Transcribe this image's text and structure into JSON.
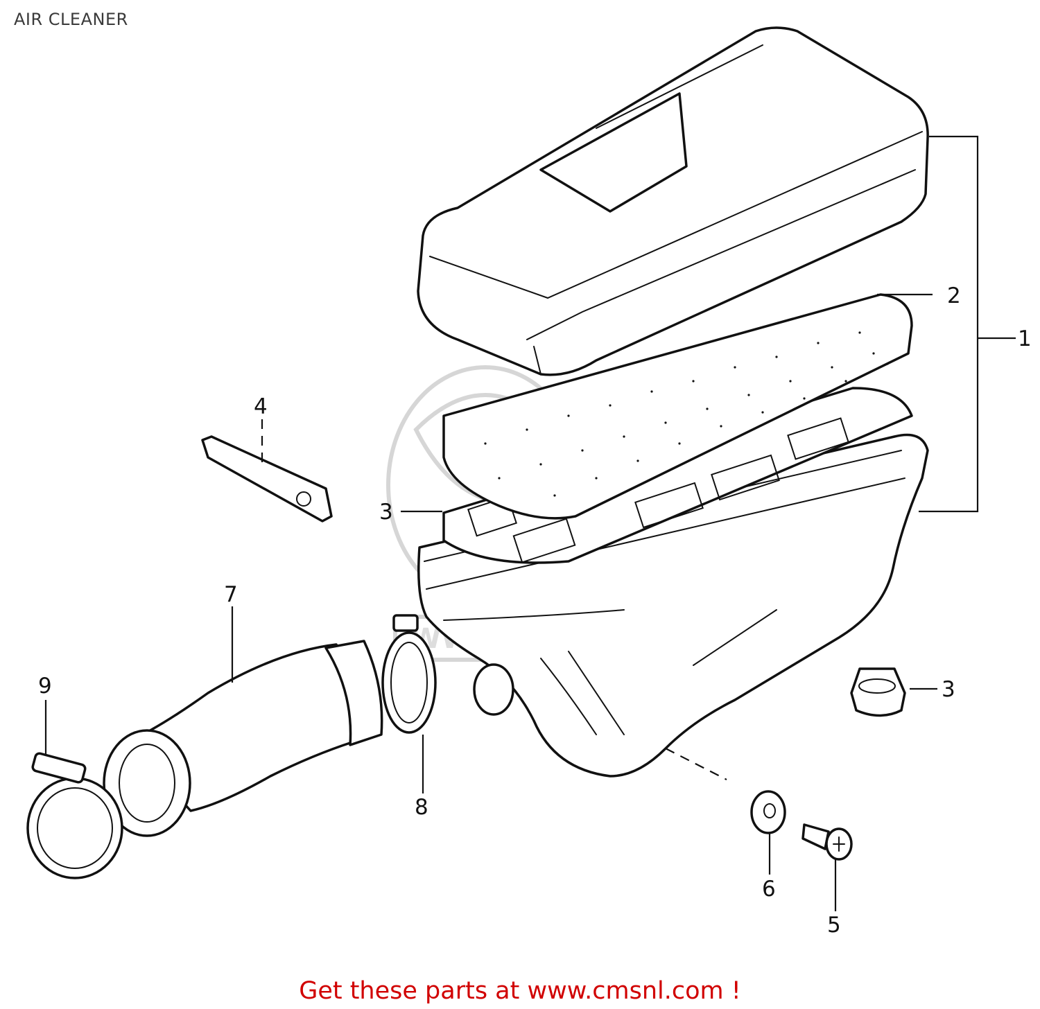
{
  "header": {
    "title": "AIR CLEANER"
  },
  "callouts": {
    "c1": "1",
    "c2": "2",
    "c3a": "3",
    "c3b": "3",
    "c4": "4",
    "c5": "5",
    "c6": "6",
    "c7": "7",
    "c8": "8",
    "c9": "9"
  },
  "watermark": {
    "text": "WWW.CMSNL.COM"
  },
  "footer": {
    "link_text": "Get these parts at www.cmsnl.com !"
  }
}
